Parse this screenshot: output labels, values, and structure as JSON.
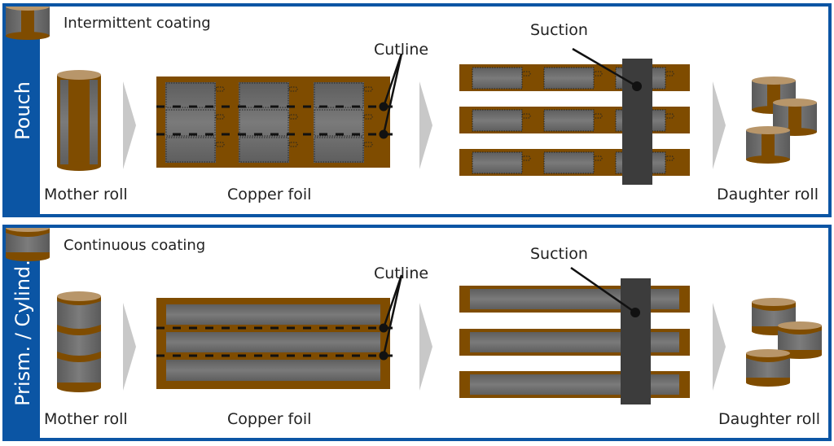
{
  "panels": [
    {
      "side_label": "Pouch",
      "coating_label": "Intermittent coating",
      "mother_roll_label": "Mother roll",
      "copper_foil_label": "Copper foil",
      "cutline_label": "Cutline",
      "suction_label": "Suction",
      "daughter_roll_label": "Daughter roll"
    },
    {
      "side_label": "Prism. / Cylind.",
      "coating_label": "Continuous coating",
      "mother_roll_label": "Mother roll",
      "copper_foil_label": "Copper foil",
      "cutline_label": "Cutline",
      "suction_label": "Suction",
      "daughter_roll_label": "Daughter roll"
    }
  ],
  "colors": {
    "frame_blue": "#0b55a4",
    "copper_brown": "#7f4c00",
    "roll_top": "#b8966a",
    "coating_gray": "#6e6e6e",
    "suction_bar": "#3c3c3c",
    "arrow_gray": "#c8c8c8"
  }
}
